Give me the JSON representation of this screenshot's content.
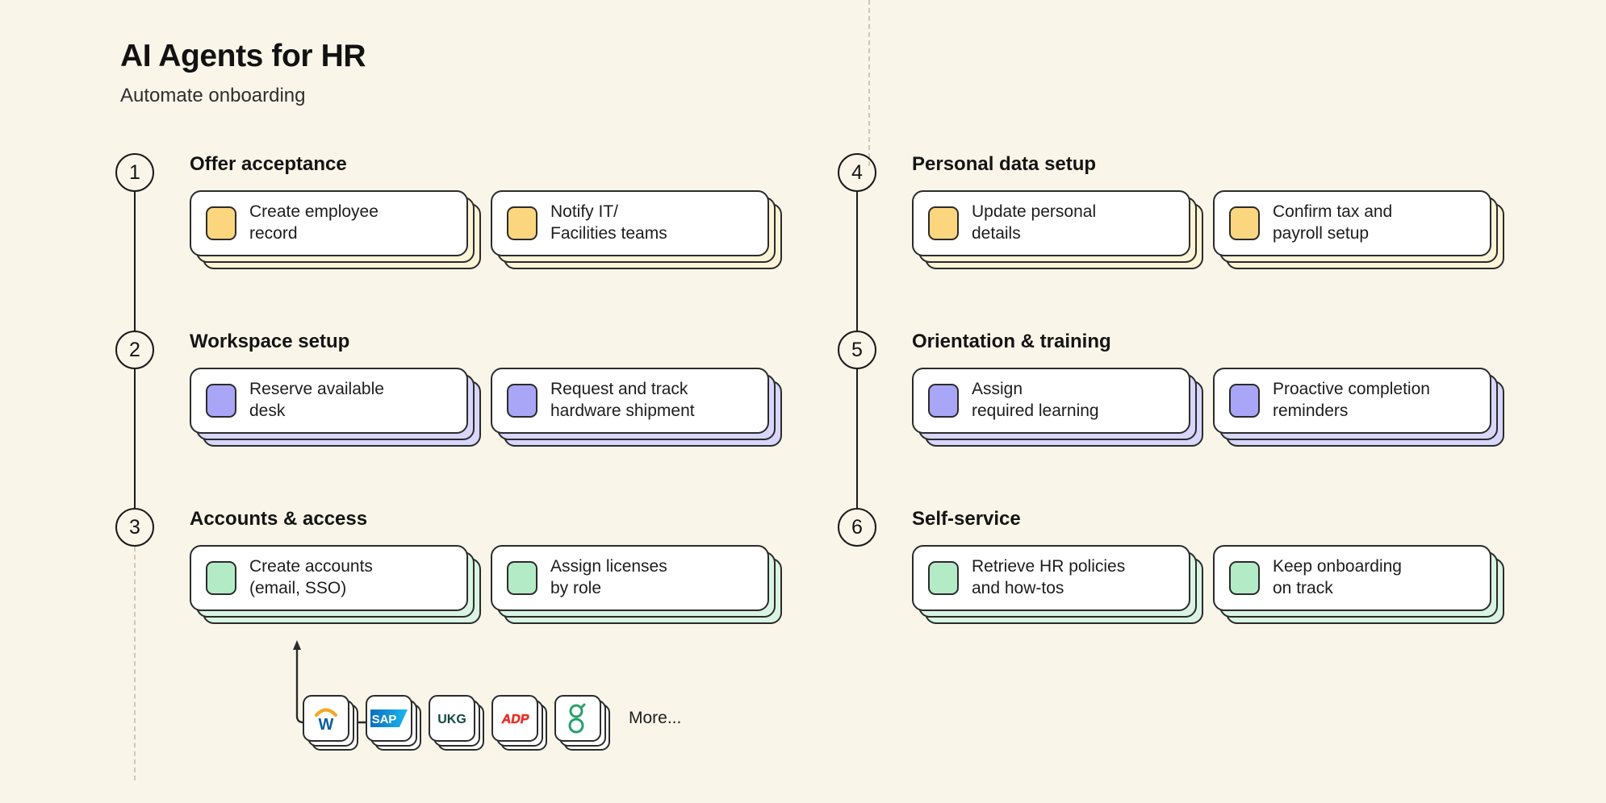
{
  "header": {
    "title": "AI Agents for HR",
    "subtitle": "Automate onboarding"
  },
  "colors": {
    "background": "#F9F6E9",
    "ink": "#1a1a1a",
    "card_face": "#FFFFFF",
    "yellow_swatch": "#FBD67E",
    "yellow_stack": "#FDF3D7",
    "purple_swatch": "#A9A6F7",
    "purple_stack": "#D8D6FB",
    "green_swatch": "#B3EBC6",
    "green_stack": "#D9F4E3",
    "divider": "#CFC9B4"
  },
  "steps": [
    {
      "number": "1",
      "title": "Offer acceptance",
      "theme": "yellow",
      "cards": [
        {
          "text": "Create employee\nrecord"
        },
        {
          "text": "Notify IT/\nFacilities teams"
        }
      ]
    },
    {
      "number": "2",
      "title": "Workspace setup",
      "theme": "purple",
      "cards": [
        {
          "text": "Reserve available\ndesk"
        },
        {
          "text": "Request and track\nhardware shipment"
        }
      ]
    },
    {
      "number": "3",
      "title": "Accounts & access",
      "theme": "green",
      "cards": [
        {
          "text": "Create accounts\n(email, SSO)"
        },
        {
          "text": "Assign licenses\nby role"
        }
      ]
    },
    {
      "number": "4",
      "title": "Personal data setup",
      "theme": "yellow",
      "cards": [
        {
          "text": "Update personal\ndetails"
        },
        {
          "text": "Confirm tax and\npayroll setup"
        }
      ]
    },
    {
      "number": "5",
      "title": "Orientation & training",
      "theme": "purple",
      "cards": [
        {
          "text": "Assign\nrequired learning"
        },
        {
          "text": "Proactive completion\nreminders"
        }
      ]
    },
    {
      "number": "6",
      "title": "Self-service",
      "theme": "green",
      "cards": [
        {
          "text": "Retrieve HR policies\nand how-tos"
        },
        {
          "text": "Keep onboarding\non track"
        }
      ]
    }
  ],
  "vendors": {
    "items": [
      {
        "name": "workday-logo",
        "label": "Workday"
      },
      {
        "name": "sap-logo",
        "label": "SAP"
      },
      {
        "name": "ukg-logo",
        "label": "UKG"
      },
      {
        "name": "adp-logo",
        "label": "ADP"
      },
      {
        "name": "greenhouse-logo",
        "label": "Greenhouse"
      }
    ],
    "more_label": "More..."
  }
}
